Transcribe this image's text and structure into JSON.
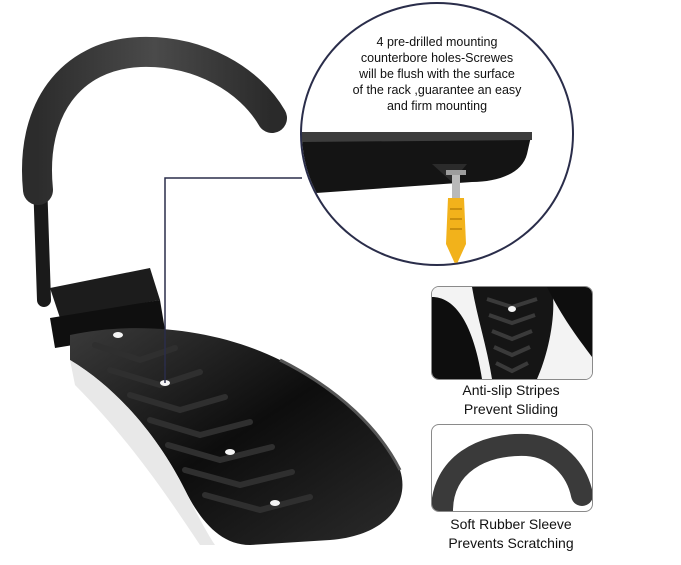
{
  "callout": {
    "lines": [
      "4 pre-drilled mounting",
      "counterbore holes-Screwes",
      "will be flush with the surface",
      "of the rack ,guarantee an easy",
      "and firm mounting"
    ]
  },
  "features": [
    {
      "lines": [
        "Anti-slip Stripes",
        "Prevent Sliding"
      ],
      "icon": "stripes-closeup"
    },
    {
      "lines": [
        "Soft Rubber Sleeve",
        "Prevents Scratching"
      ],
      "icon": "rubber-hook-closeup"
    }
  ],
  "colors": {
    "rack": "#111111",
    "rubber": "#3a3a3a",
    "anchor": "#f2b21b",
    "ring": "#2a2d4a"
  }
}
